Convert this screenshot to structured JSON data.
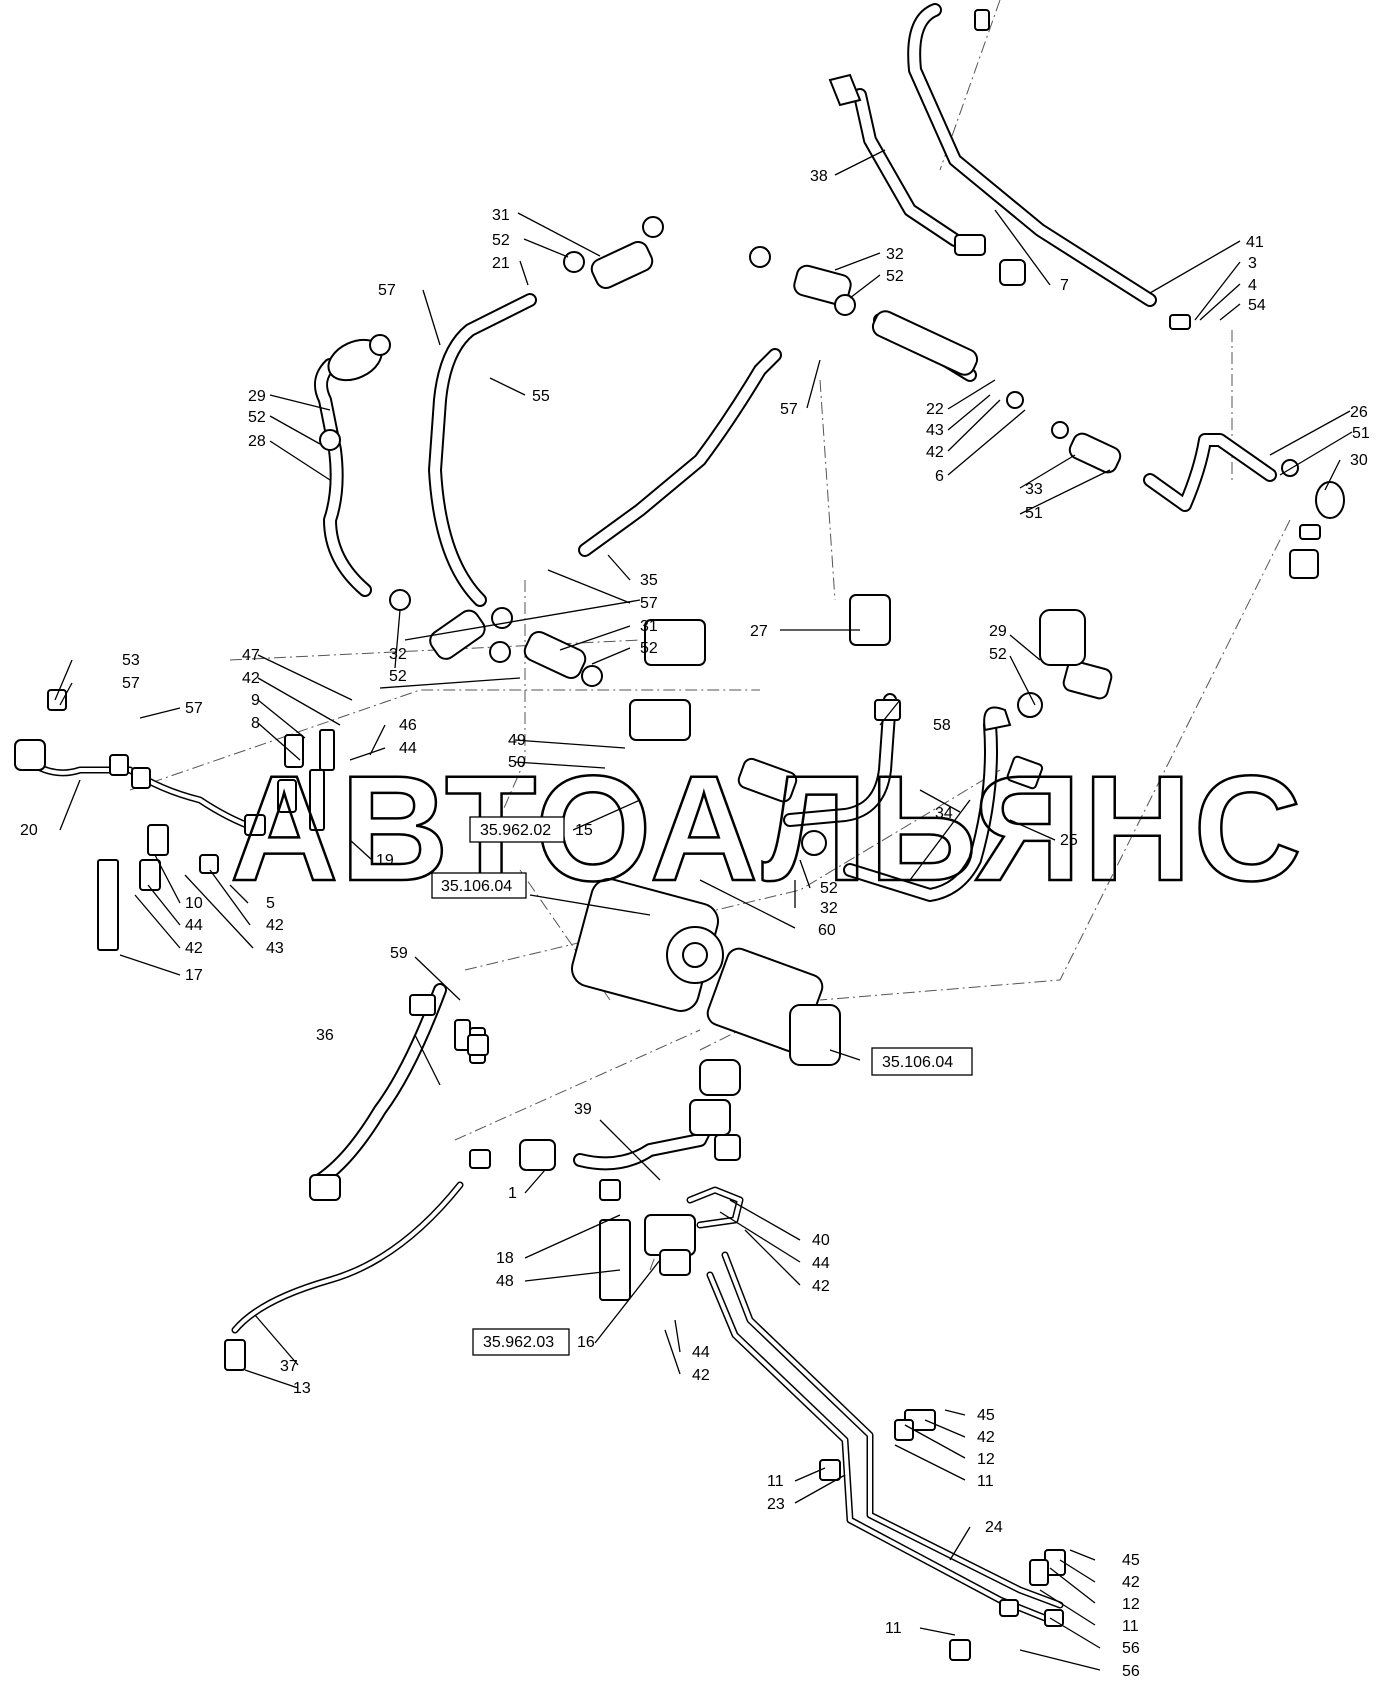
{
  "watermark": "АВТОАЛЬЯНС",
  "callouts": [
    "31",
    "52",
    "21",
    "57",
    "55",
    "29",
    "52",
    "28",
    "38",
    "7",
    "41",
    "3",
    "4",
    "54",
    "32",
    "52",
    "57",
    "22",
    "43",
    "42",
    "6",
    "26",
    "51",
    "30",
    "33",
    "51",
    "35",
    "57",
    "31",
    "52",
    "32",
    "52",
    "27",
    "58",
    "29",
    "52",
    "53",
    "57",
    "57",
    "47",
    "42",
    "9",
    "8",
    "46",
    "44",
    "49",
    "50",
    "15",
    "34",
    "25",
    "20",
    "19",
    "5",
    "42",
    "43",
    "10",
    "44",
    "42",
    "17",
    "52",
    "32",
    "60",
    "59",
    "36",
    "39",
    "1",
    "40",
    "44",
    "42",
    "18",
    "48",
    "16",
    "44",
    "42",
    "37",
    "13",
    "45",
    "42",
    "12",
    "11",
    "11",
    "23",
    "24",
    "45",
    "42",
    "12",
    "11",
    "11",
    "56",
    "56"
  ],
  "reference_boxes": [
    "35.962.02",
    "35.106.04",
    "35.106.04",
    "35.962.03"
  ]
}
